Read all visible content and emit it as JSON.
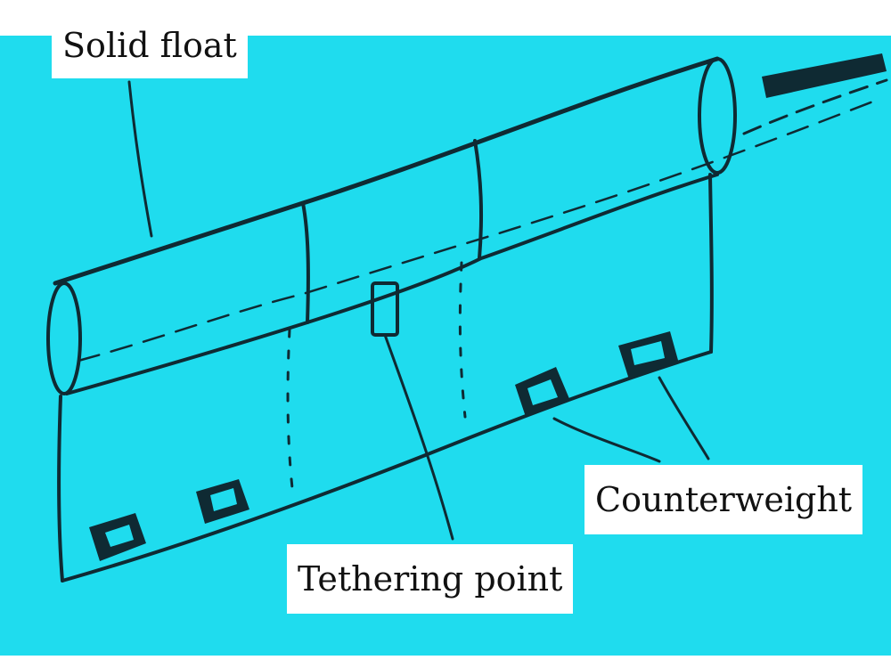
{
  "labels": {
    "solid_float": "Solid float",
    "counterweight": "Counterweight",
    "tethering_point": "Tethering point"
  },
  "colors": {
    "water": "#1fdcee",
    "ink": "#0f2a33",
    "label_bg": "#ffffff"
  }
}
